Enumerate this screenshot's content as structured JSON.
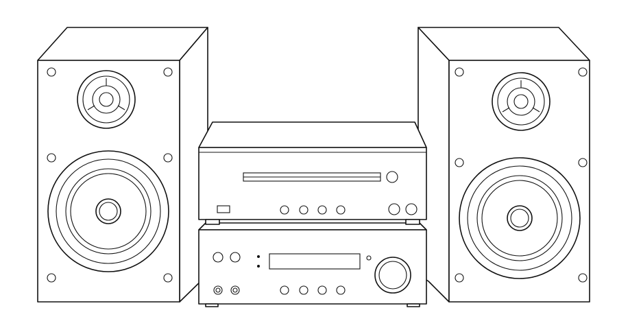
{
  "colors": {
    "line": "#111111",
    "background": "#ffffff"
  },
  "components": [
    "left-speaker",
    "cd-player",
    "amplifier",
    "right-speaker"
  ]
}
